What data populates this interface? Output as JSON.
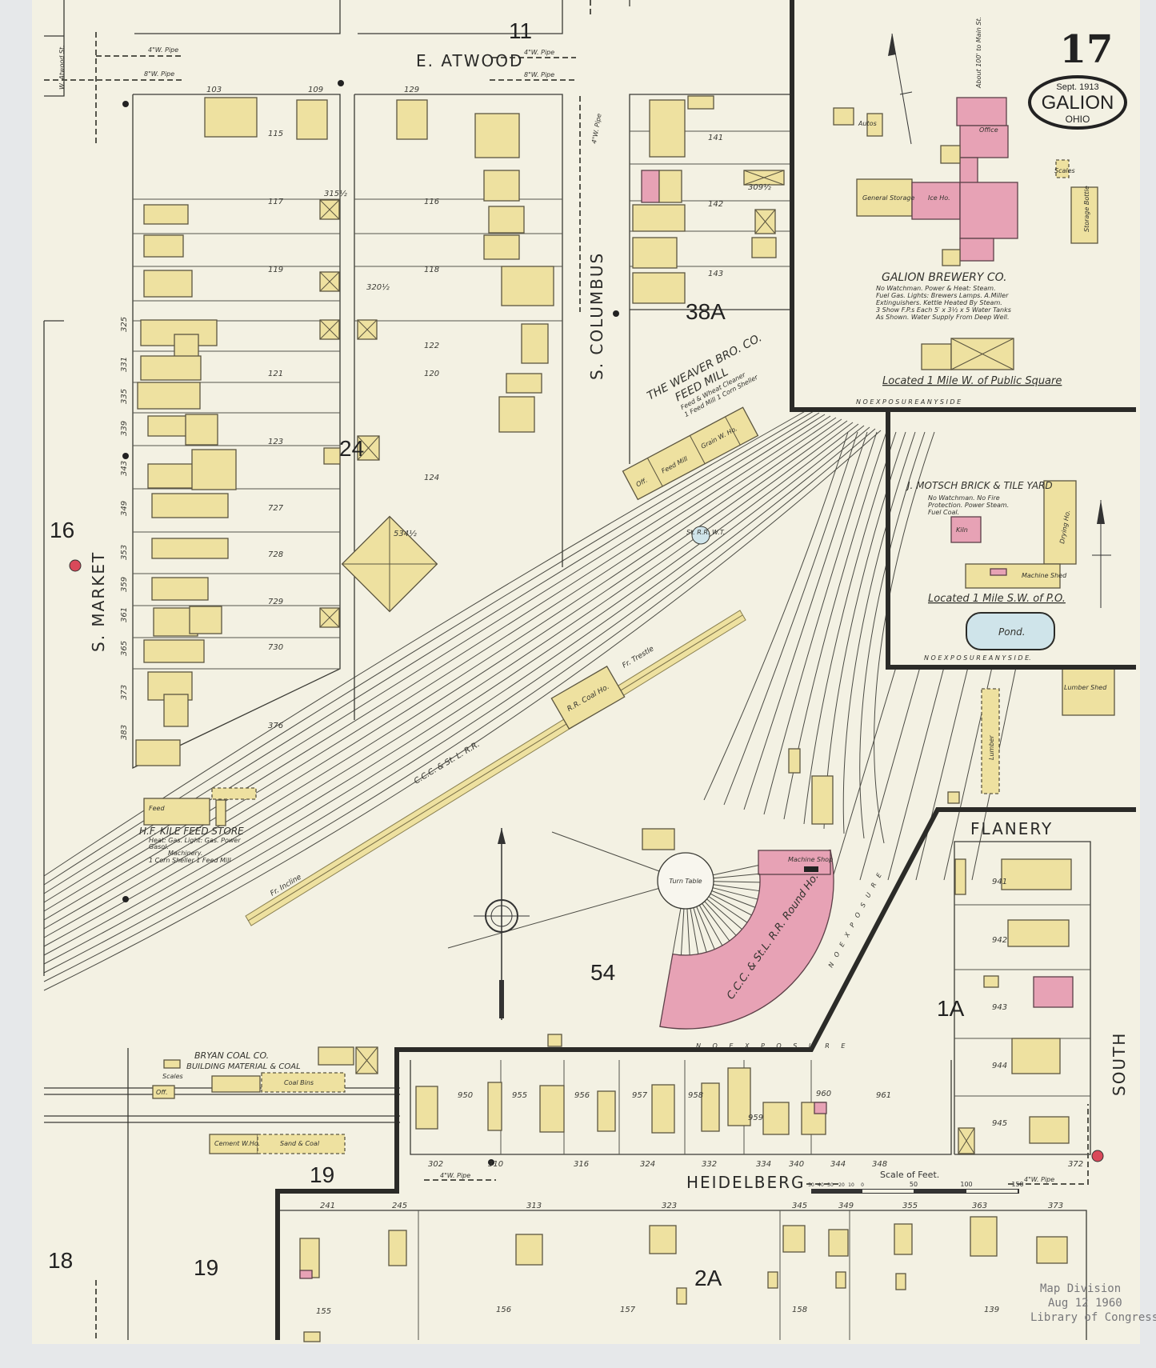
{
  "sheet": {
    "number": "17",
    "date": "Sept. 1913",
    "city": "GALION",
    "state": "OHIO"
  },
  "colors": {
    "paper": "#f3f1e3",
    "frame": "#eee1a0",
    "brick": "#e7a2b5",
    "water": "#cfe4ea",
    "hydrant": "#d9495a"
  },
  "streets": {
    "atwood": "E.   ATWOOD",
    "w_atwood": "W. Atwood St.",
    "columbus": "S.  COLUMBUS",
    "market": "S.  MARKET",
    "heidelberg": "HEIDELBERG",
    "flanery": "FLANERY",
    "south": "SOUTH"
  },
  "adjoining_sheets": {
    "n11": "11",
    "n16": "16",
    "n24": "24",
    "n38a": "38A",
    "n54": "54",
    "n1a": "1A",
    "n19a": "19",
    "n18": "18",
    "n19b": "19",
    "n2a": "2A"
  },
  "pipes": {
    "p1": "4\"W. Pipe",
    "p2": "8\"W. Pipe",
    "p3": "4\"W. Pipe",
    "p4": "8\"W. Pipe",
    "p5": "4\"W. Pipe",
    "p6": "4\"W. Pipe",
    "p7": "4\"W. Pipe"
  },
  "brewery": {
    "name": "GALION BREWERY CO.",
    "notes": [
      "No Watchman. Power & Heat: Steam.",
      "Fuel Gas. Lights: Brewers Lamps. A.Miller",
      "Extinguishers. Kettle Heated By Steam.",
      "3 Show F.P.s Each 5′ x 3½ x 5 Water Tanks",
      "As Shown. Water Supply From Deep Well."
    ],
    "location": "Located 1 Mile W. of Public Square",
    "exposure": "N O   E X P O S U R E   A N Y   S I D E",
    "labels": {
      "office": "Office",
      "ice": "Ice Ho.",
      "storage": "General Storage",
      "autos": "Autos",
      "scales": "Scales",
      "bottle": "Storage Bottle",
      "pipe": "About 100' to Main St."
    }
  },
  "brickyard": {
    "name": "J. MOTSCH BRICK & TILE YARD",
    "notes": [
      "No Watchman. No Fire",
      "Protection. Power Steam.",
      "Fuel Coal."
    ],
    "location": "Located 1 Mile S.W. of P.O.",
    "exposure": "N O   E X P O S U R E   A N Y   S I D E.",
    "labels": {
      "kiln": "Kiln",
      "drying": "Drying Ho.",
      "shed": "Machine Shed",
      "pond": "Pond."
    }
  },
  "weaver": {
    "name": "THE WEAVER BRO. CO.",
    "sub": "FEED MILL",
    "notes": [
      "Feed & Wheat Cleaner",
      "1 Feed Mill 1 Corn Sheller"
    ],
    "labels": {
      "mill": "Feed Mill",
      "grain": "Grain W. Ho.",
      "off": "Off."
    }
  },
  "kile": {
    "name": "H.F. KILE FEED STORE",
    "notes": [
      "Heat: Gas. Light: Gas. Power",
      "Gasol.",
      "Machinery.",
      "1 Corn Sheller 1 Feed Mill"
    ],
    "labels": {
      "feed": "Feed"
    }
  },
  "bryan": {
    "name": "BRYAN COAL CO.",
    "sub": "BUILDING MATERIAL & COAL",
    "labels": {
      "bins": "Coal Bins",
      "cement": "Cement W.Ho.",
      "sand": "Sand & Coal",
      "scales": "Scales",
      "off": "Off."
    }
  },
  "railroad": {
    "name": "C.C.C. & St. L. R.R.",
    "incline": "Fr. Incline",
    "trestle": "Fr. Trestle",
    "coal_house": "R.R. Coal Ho.",
    "turntable": "Turn Table",
    "roundhouse": "C.C.C. & St.L. R.R. Round Ho.",
    "machine_shop": "Machine Shop",
    "tank": "St. R.R. W.T.",
    "exposure": "N O   E X P O S U R E",
    "lumber": "Lumber",
    "lumber_shed": "Lumber Shed"
  },
  "addresses": {
    "atwood_north": [
      "103",
      "109",
      "129"
    ],
    "left_lots": [
      "115",
      "117",
      "119",
      "121",
      "123",
      "727",
      "728",
      "729",
      "730",
      "376"
    ],
    "middle_lots": [
      "116",
      "118",
      "120",
      "122",
      "124",
      "534½",
      "315½",
      "320½"
    ],
    "right_lots": [
      "141",
      "142",
      "143",
      "309½"
    ],
    "market_side": [
      "325",
      "331",
      "335",
      "339",
      "343",
      "349",
      "353",
      "359",
      "361",
      "365",
      "373",
      "383"
    ],
    "heidelberg_north_lots": [
      "950",
      "955",
      "956",
      "957",
      "958",
      "959",
      "960",
      "961"
    ],
    "heidelberg_north": [
      "302",
      "310",
      "316",
      "324",
      "332",
      "334",
      "340",
      "344",
      "348",
      "372"
    ],
    "heidelberg_south": [
      "241",
      "245",
      "313",
      "323",
      "345",
      "349",
      "355",
      "363",
      "373"
    ],
    "south_lots": [
      "155",
      "156",
      "157",
      "158",
      "139"
    ],
    "flanery_lots": [
      "941",
      "942",
      "943",
      "944",
      "945"
    ]
  },
  "scale": {
    "title": "Scale of Feet.",
    "ticks": [
      "50",
      "40",
      "30",
      "20",
      "10",
      "0",
      "50",
      "100",
      "150"
    ]
  },
  "stamp": {
    "lines": [
      "Map Division",
      "Aug 12 1960",
      "Library of Congress"
    ]
  }
}
